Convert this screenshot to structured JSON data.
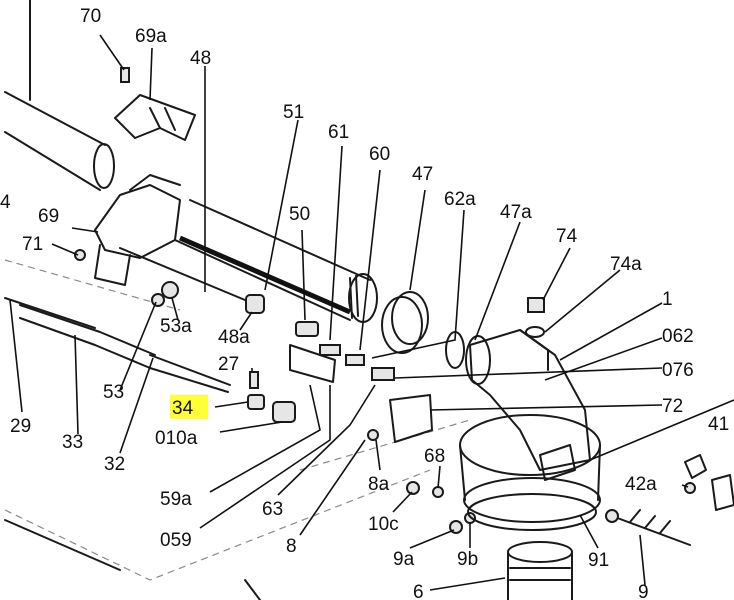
{
  "diagram": {
    "labels": {
      "l70": "70",
      "l69a": "69a",
      "l48": "48",
      "l51": "51",
      "l61": "61",
      "l60": "60",
      "l47": "47",
      "l50": "50",
      "l62a": "62a",
      "l47a": "47a",
      "l74": "74",
      "l74a": "74a",
      "l1": "1",
      "l062": "062",
      "l076": "076",
      "l72": "72",
      "l41": "41",
      "l4": "4",
      "l69": "69",
      "l71": "71",
      "l53a": "53a",
      "l48a": "48a",
      "l27": "27",
      "l53": "53",
      "l29": "29",
      "l33": "33",
      "l32": "32",
      "l34": "34",
      "l010a": "010a",
      "l59a": "59a",
      "l059": "059",
      "l63": "63",
      "l8a": "8a",
      "l68": "68",
      "l10c": "10c",
      "l8": "8",
      "l9a": "9a",
      "l9b": "9b",
      "l91": "91",
      "l42a": "42a",
      "l9": "9",
      "l6": "6"
    },
    "highlight": {
      "label": "l34",
      "color": "#ffff33"
    }
  }
}
